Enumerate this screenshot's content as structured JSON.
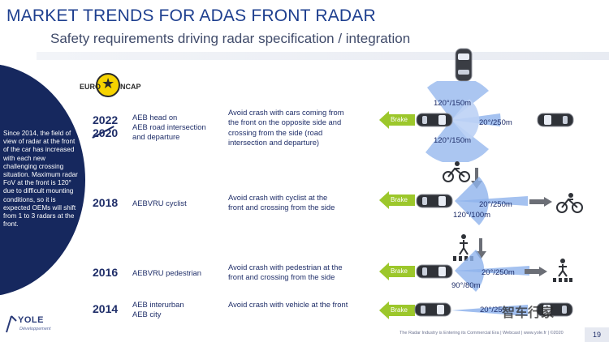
{
  "slide": {
    "title": "MARKET TRENDS FOR ADAS FRONT RADAR",
    "subtitle": "Safety requirements driving radar specification / integration",
    "sidebar_text": "Since 2014, the field of view of radar at the front of the car has increased with each new challenging crossing situation. Maximum radar FoV at the front is 120° due to difficult mounting conditions, so it is expected OEMs will shift from 1 to 3 radars at the front.",
    "ncap_left": "EURO",
    "ncap_right": "NCAP",
    "footer": "The Radar Industry is Entering its Commercial Era | Webcast | www.yole.fr | ©2020",
    "page_number": "19",
    "logo_name": "YOLE",
    "logo_sub": "Développement",
    "watermark": "智车行家"
  },
  "rows": [
    {
      "year": "2022",
      "year_old": "2020",
      "feature": [
        "AEB head on",
        "AEB road intersection",
        "and departure"
      ],
      "description": [
        "Avoid crash with cars coming from",
        "the front on the opposite side and",
        "crossing from the side (road",
        "intersection and departure)"
      ],
      "brake": "Brake",
      "specs": [
        "120°/150m",
        "20°/250m",
        "120°/150m"
      ]
    },
    {
      "year": "2018",
      "feature": [
        "AEBVRU cyclist"
      ],
      "description": [
        "Avoid crash with cyclist at the",
        "front and crossing from the side"
      ],
      "brake": "Brake",
      "specs": [
        "20°/250m",
        "120°/100m"
      ]
    },
    {
      "year": "2016",
      "feature": [
        "AEBVRU pedestrian"
      ],
      "description": [
        "Avoid crash with pedestrian at the",
        "front and crossing from the side"
      ],
      "brake": "Brake",
      "specs": [
        "20°/250m",
        "90°/80m"
      ]
    },
    {
      "year": "2014",
      "feature": [
        "AEB interurban",
        "AEB city"
      ],
      "description": [
        "Avoid crash with vehicle at the front"
      ],
      "brake": "Brake",
      "specs": [
        "20°/25"
      ]
    }
  ],
  "colors": {
    "navy": "#16285e",
    "brake_green": "#9cc72b",
    "radar_blue": "#7ea6e8",
    "title_blue": "#1e3f8f"
  }
}
